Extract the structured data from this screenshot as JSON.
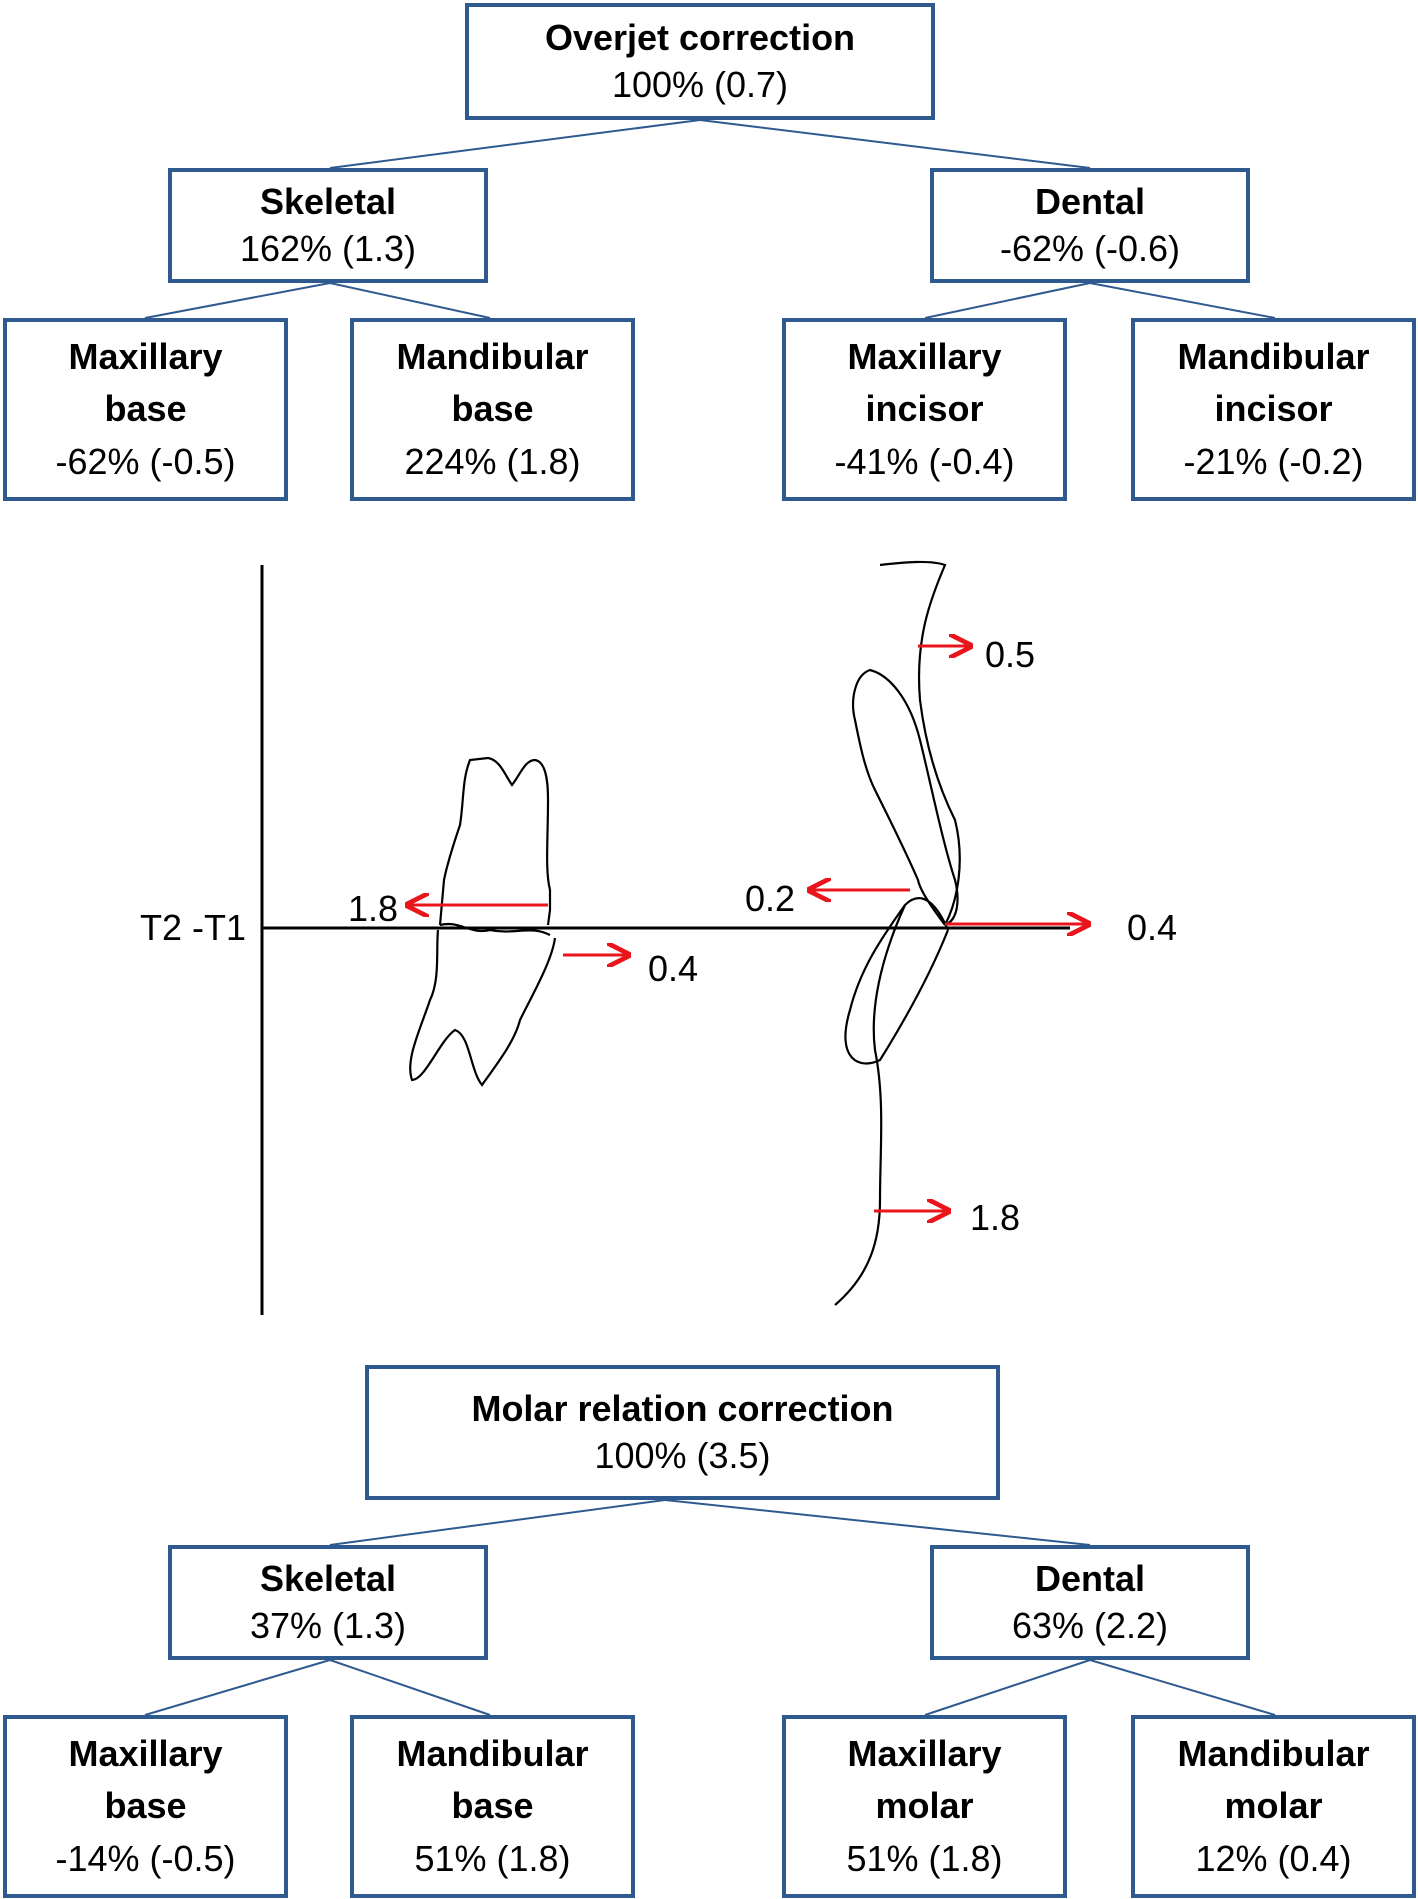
{
  "overjet": {
    "root": {
      "title": "Overjet correction",
      "value": "100% (0.7)"
    },
    "skeletal": {
      "title": "Skeletal",
      "value": "162% (1.3)"
    },
    "dental": {
      "title": "Dental",
      "value": "-62% (-0.6)"
    },
    "maxillary_base": {
      "title1": "Maxillary",
      "title2": "base",
      "value": "-62% (-0.5)"
    },
    "mandibular_base": {
      "title1": "Mandibular",
      "title2": "base",
      "value": "224% (1.8)"
    },
    "maxillary_incisor": {
      "title1": "Maxillary",
      "title2": "incisor",
      "value": "-41% (-0.4)"
    },
    "mandibular_incisor": {
      "title1": "Mandibular",
      "title2": "incisor",
      "value": "-21% (-0.2)"
    }
  },
  "molar": {
    "root": {
      "title": "Molar relation correction",
      "value": "100% (3.5)"
    },
    "skeletal": {
      "title": "Skeletal",
      "value": "37% (1.3)"
    },
    "dental": {
      "title": "Dental",
      "value": "63% (2.2)"
    },
    "maxillary_base": {
      "title1": "Maxillary",
      "title2": "base",
      "value": "-14% (-0.5)"
    },
    "mandibular_base": {
      "title1": "Mandibular",
      "title2": "base",
      "value": "51% (1.8)"
    },
    "maxillary_molar": {
      "title1": "Maxillary",
      "title2": "molar",
      "value": "51% (1.8)"
    },
    "mandibular_molar": {
      "title1": "Mandibular",
      "title2": "molar",
      "value": "12% (0.4)"
    }
  },
  "tracing": {
    "axis_label": "T2 -T1",
    "arrow_labels": {
      "maxillary_molar": "1.8",
      "mandibular_molar": "0.4",
      "upper_lip": "0.5",
      "maxillary_incisor": "0.2",
      "mandibular_incisor": "0.4",
      "chin": "1.8"
    }
  },
  "colors": {
    "box_border": "#2f5a8f",
    "arrow": "#e8161b",
    "line": "#000000"
  }
}
